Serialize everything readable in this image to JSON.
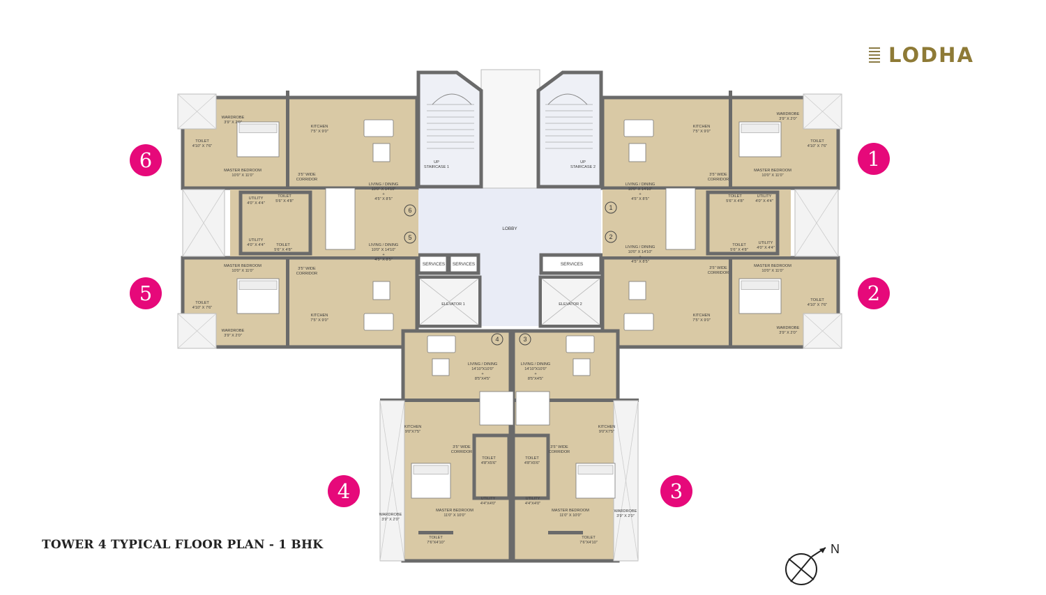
{
  "brand": {
    "name": "LODHA",
    "color": "#8e7a36"
  },
  "caption": "TOWER 4 TYPICAL FLOOR PLAN - 1 BHK",
  "compass": {
    "label": "N"
  },
  "badge_color": "#e6097a",
  "badges": [
    "1",
    "2",
    "3",
    "4",
    "5",
    "6"
  ],
  "core": {
    "lobby": "LOBBY",
    "staircase1": "STAIRCASE 1",
    "staircase2": "STAIRCASE 2",
    "up": "UP",
    "elevator1": "ELEVATOR 1",
    "elevator2": "ELEVATOR 2",
    "services": "SERVICES"
  },
  "units": {
    "u1": {
      "num": "1",
      "kitchen": [
        "KITCHEN",
        "7'5\" X 9'0\""
      ],
      "wardrobe": [
        "WARDROBE",
        "3'9\" X 2'0\""
      ],
      "toilet": [
        "TOILET",
        "4'10\" X 7'6\""
      ],
      "bedroom": [
        "MASTER BEDROOM",
        "10'0\" X 11'0\""
      ],
      "corridor": [
        "3'5\" WIDE",
        "CORRIDOR"
      ],
      "living": [
        "LIVING / DINING",
        "10'0\" X 14'10\"",
        "+",
        "4'5\" X 8'5\""
      ],
      "toilet2": [
        "TOILET",
        "5'6\" X 4'8\""
      ],
      "utility": [
        "UTILITY",
        "4'0\" X 4'4\""
      ]
    },
    "u2": {
      "num": "2",
      "kitchen": [
        "KITCHEN",
        "7'5\" X 9'0\""
      ],
      "wardrobe": [
        "WARDROBE",
        "3'9\" X 2'0\""
      ],
      "toilet": [
        "TOILET",
        "4'10\" X 7'6\""
      ],
      "bedroom": [
        "MASTER BEDROOM",
        "10'0\" X 11'0\""
      ],
      "corridor": [
        "3'5\" WIDE",
        "CORRIDOR"
      ],
      "living": [
        "LIVING / DINING",
        "10'0\" X 14'10\"",
        "+",
        "4'5\" X 8'5\""
      ],
      "toilet2": [
        "TOILET",
        "5'6\" X 4'8\""
      ],
      "utility": [
        "UTILITY",
        "4'0\" X 4'4\""
      ]
    },
    "u3": {
      "num": "3",
      "kitchen": [
        "KITCHEN",
        "9'0\"X7'5\""
      ],
      "wardrobe": [
        "WARDROBE",
        "3'9\" X 2'0\""
      ],
      "toilet": [
        "TOILET",
        "7'6\"X4'10\""
      ],
      "bedroom": [
        "MASTER BEDROOM",
        "11'0\" X 10'0\""
      ],
      "corridor": [
        "3'5\" WIDE",
        "CORRIDOR"
      ],
      "living": [
        "LIVING / DINING",
        "14'10\"X10'0\"",
        "+",
        "8'5\"X4'5\""
      ],
      "toilet2": [
        "TOILET",
        "4'8\"X5'6\""
      ],
      "utility": [
        "UTILITY",
        "4'4\"X4'0\""
      ]
    },
    "u4": {
      "num": "4",
      "kitchen": [
        "KITCHEN",
        "9'0\"X7'5\""
      ],
      "wardrobe": [
        "WARDROBE",
        "3'9\" X 2'0\""
      ],
      "toilet": [
        "TOILET",
        "7'6\"X4'10\""
      ],
      "bedroom": [
        "MASTER BEDROOM",
        "11'0\" X 10'0\""
      ],
      "corridor": [
        "3'5\" WIDE",
        "CORRIDOR"
      ],
      "living": [
        "LIVING / DINING",
        "14'10\"X10'0\"",
        "+",
        "8'5\"X4'5\""
      ],
      "toilet2": [
        "TOILET",
        "4'8\"X5'6\""
      ],
      "utility": [
        "UTILITY",
        "4'4\"X4'0\""
      ]
    },
    "u5": {
      "num": "5",
      "kitchen": [
        "KITCHEN",
        "7'5\" X 9'0\""
      ],
      "wardrobe": [
        "WARDROBE",
        "3'9\" X 2'0\""
      ],
      "toilet": [
        "TOILET",
        "4'10\" X 7'6\""
      ],
      "bedroom": [
        "MASTER BEDROOM",
        "10'0\" X 11'0\""
      ],
      "corridor": [
        "3'5\" WIDE",
        "CORRIDOR"
      ],
      "living": [
        "LIVING / DINING",
        "10'0\" X 14'10\"",
        "+",
        "4'5\" X 8'5\""
      ],
      "toilet2": [
        "TOILET",
        "5'6\" X 4'8\""
      ],
      "utility": [
        "UTILITY",
        "4'0\" X 4'4\""
      ]
    },
    "u6": {
      "num": "6",
      "kitchen": [
        "KITCHEN",
        "7'5\" X 9'0\""
      ],
      "wardrobe": [
        "WARDROBE",
        "3'9\" X 2'0\""
      ],
      "toilet": [
        "TOILET",
        "4'10\" X 7'6\""
      ],
      "bedroom": [
        "MASTER BEDROOM",
        "10'0\" X 11'0\""
      ],
      "corridor": [
        "3'5\" WIDE",
        "CORRIDOR"
      ],
      "living": [
        "LIVING / DINING",
        "10'0\" X 14'10\"",
        "+",
        "4'5\" X 8'5\""
      ],
      "toilet2": [
        "TOILET",
        "5'6\" X 4'8\""
      ],
      "utility": [
        "UTILITY",
        "4'0\" X 4'4\""
      ]
    }
  }
}
